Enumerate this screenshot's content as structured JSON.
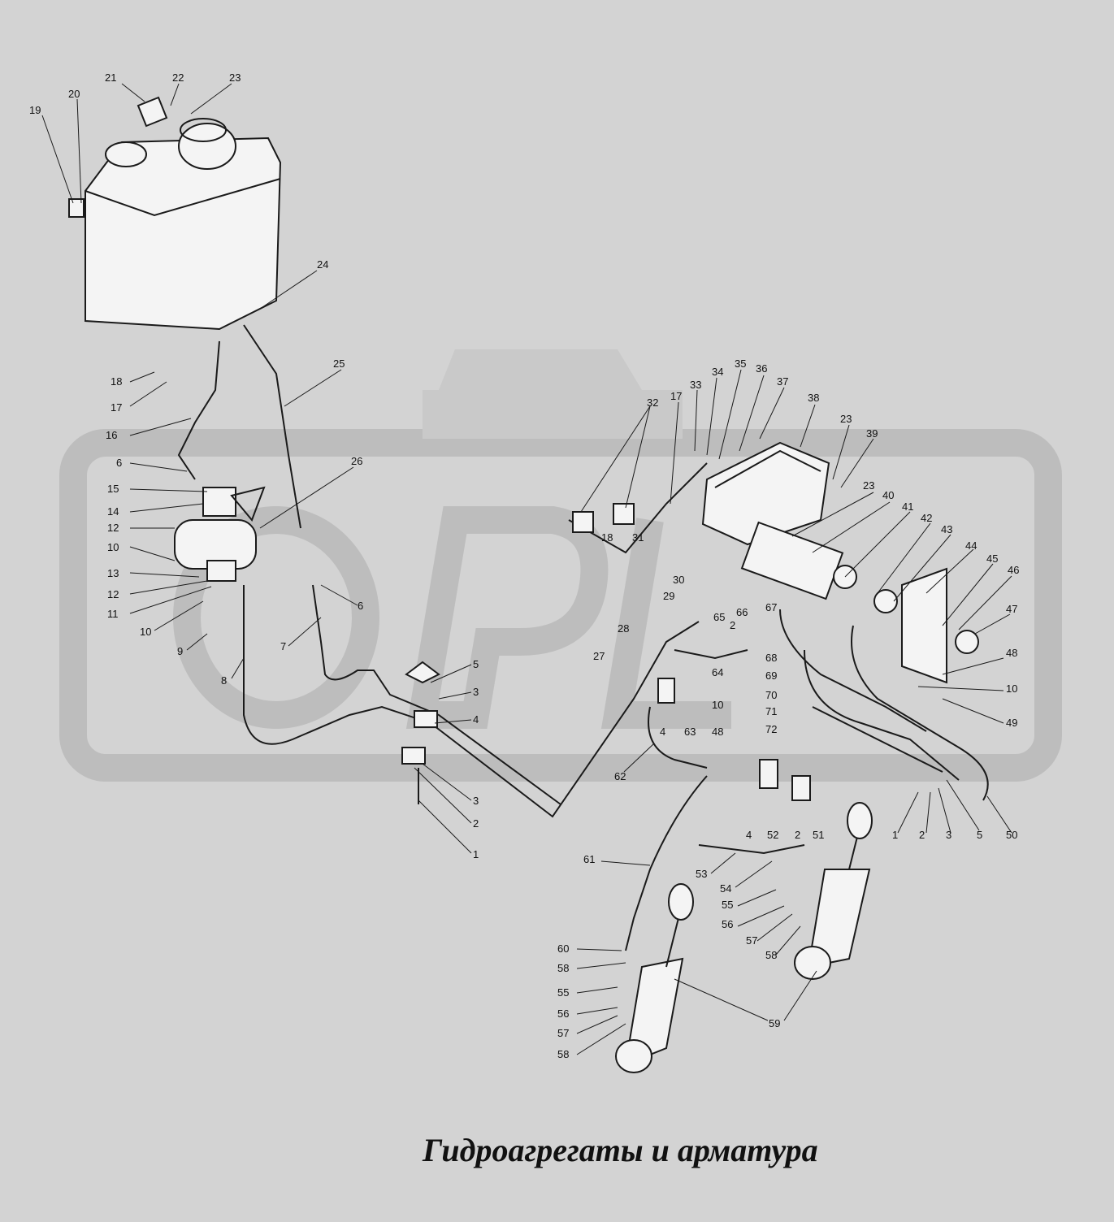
{
  "caption": "Гидроагрегаты и арматура",
  "watermark": "OPL",
  "colors": {
    "background": "#d3d3d3",
    "line": "#1a1a1a",
    "watermark": "#bdbdbd"
  },
  "callouts": [
    "1",
    "2",
    "3",
    "4",
    "5",
    "6",
    "7",
    "8",
    "9",
    "10",
    "11",
    "12",
    "13",
    "14",
    "15",
    "16",
    "17",
    "18",
    "19",
    "20",
    "21",
    "22",
    "23",
    "24",
    "25",
    "26",
    "27",
    "28",
    "29",
    "30",
    "31",
    "32",
    "33",
    "34",
    "35",
    "36",
    "37",
    "38",
    "39",
    "40",
    "41",
    "42",
    "43",
    "44",
    "45",
    "46",
    "47",
    "48",
    "49",
    "50",
    "51",
    "52",
    "53",
    "54",
    "55",
    "56",
    "57",
    "58",
    "59",
    "60",
    "61",
    "62",
    "63",
    "64",
    "65",
    "66",
    "67",
    "68",
    "69",
    "70",
    "71",
    "72"
  ]
}
